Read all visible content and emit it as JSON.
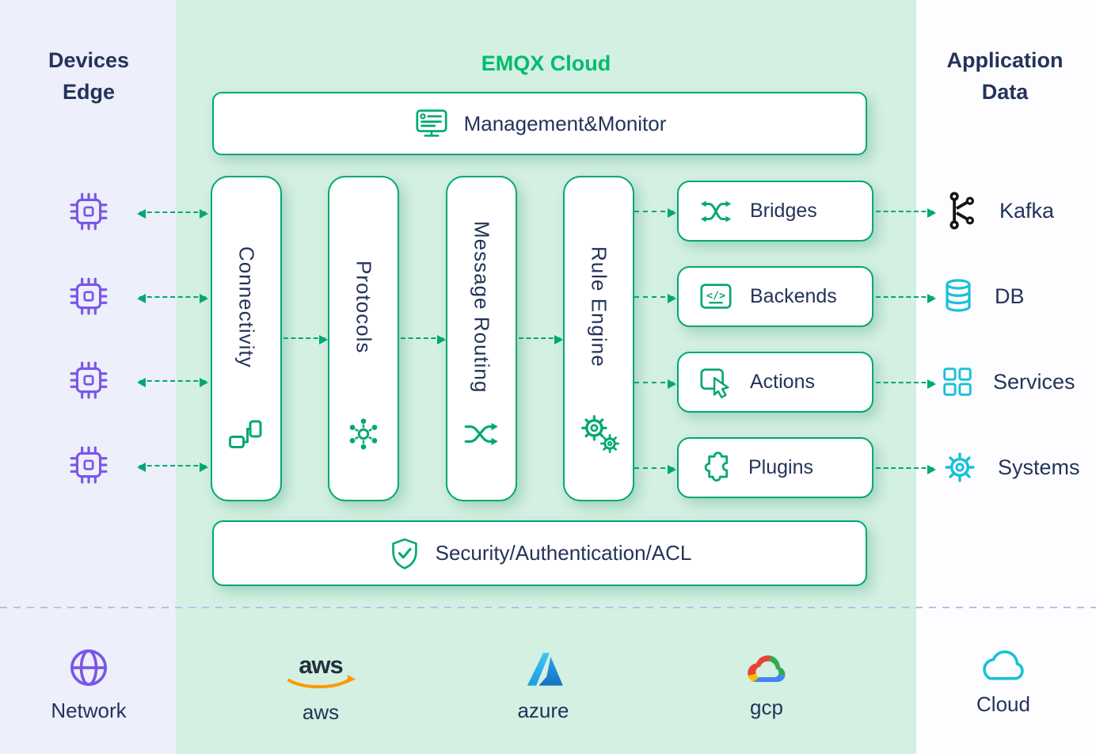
{
  "headers": {
    "left1": "Devices",
    "left2": "Edge",
    "center": "EMQX Cloud",
    "right1": "Application",
    "right2": "Data"
  },
  "management": {
    "label": "Management&Monitor"
  },
  "pillars": [
    {
      "label": "Connectivity",
      "icon": "device-link-icon"
    },
    {
      "label": "Protocols",
      "icon": "hub-icon"
    },
    {
      "label": "Message Routing",
      "icon": "shuffle-icon"
    },
    {
      "label": "Rule Engine",
      "icon": "gears-icon"
    }
  ],
  "outputs": [
    {
      "label": "Bridges",
      "icon": "bridge-arrows-icon"
    },
    {
      "label": "Backends",
      "icon": "code-box-icon"
    },
    {
      "label": "Actions",
      "icon": "cursor-click-icon"
    },
    {
      "label": "Plugins",
      "icon": "puzzle-icon"
    }
  ],
  "applications": [
    {
      "label": "Kafka",
      "icon": "kafka-icon"
    },
    {
      "label": "DB",
      "icon": "database-icon"
    },
    {
      "label": "Services",
      "icon": "grid-icon"
    },
    {
      "label": "Systems",
      "icon": "gear-icon"
    }
  ],
  "security": {
    "label": "Security/Authentication/ACL"
  },
  "bottom": [
    {
      "label": "Network",
      "icon": "globe-icon"
    },
    {
      "label": "aws",
      "icon": "aws-logo"
    },
    {
      "label": "azure",
      "icon": "azure-logo"
    },
    {
      "label": "gcp",
      "icon": "gcp-logo"
    },
    {
      "label": "Cloud",
      "icon": "cloud-icon"
    }
  ],
  "colors": {
    "accent_green": "#00a873",
    "title_green": "#00bc6f",
    "navy": "#24335a",
    "purple": "#7a56e8",
    "cyan": "#17c0d9",
    "kafka_black": "#141414",
    "left_bg": "#edeffa",
    "center_bg": "#d4f0e2",
    "right_bg": "#fdfdff",
    "divider": "#b9bfe8",
    "shadow": "rgba(13,128,88,0.25)",
    "aws_orange": "#ff9900",
    "aws_text": "#232f3e",
    "azure_blue_light": "#3dc5f1",
    "azure_blue": "#1272c1",
    "gcp_red": "#ea4335",
    "gcp_yellow": "#fbbc05",
    "gcp_blue": "#4285f4",
    "gcp_green": "#34a853"
  }
}
